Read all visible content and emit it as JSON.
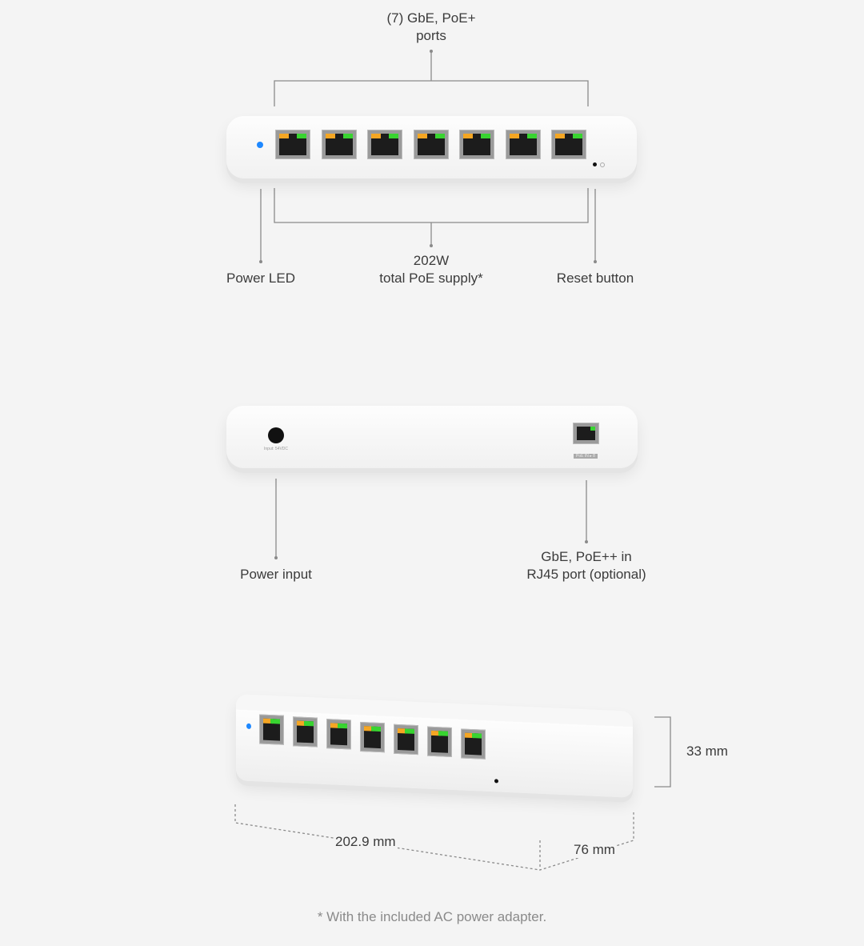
{
  "front_view": {
    "ports_label": "(7) GbE, PoE+\nports",
    "ports_label_line1": "(7) GbE, PoE+",
    "ports_label_line2": "ports",
    "power_led_label": "Power LED",
    "poe_supply_line1": "202W",
    "poe_supply_line2": "total PoE supply*",
    "reset_label": "Reset button",
    "port_count": 7,
    "led_color": "#1e88ff",
    "port_led_colors": {
      "activity": "#f5a623",
      "link": "#38d430"
    }
  },
  "back_view": {
    "power_input_label": "Power input",
    "uplink_line1": "GbE, PoE++ in",
    "uplink_line2": "RJ45 port (optional)",
    "device_print_power": "Input: 54VDC",
    "device_print_port": "PoE IN ▸ 8"
  },
  "dimensions": {
    "height": "33 mm",
    "width": "202.9 mm",
    "depth": "76 mm"
  },
  "footnote": "* With the included AC power adapter."
}
